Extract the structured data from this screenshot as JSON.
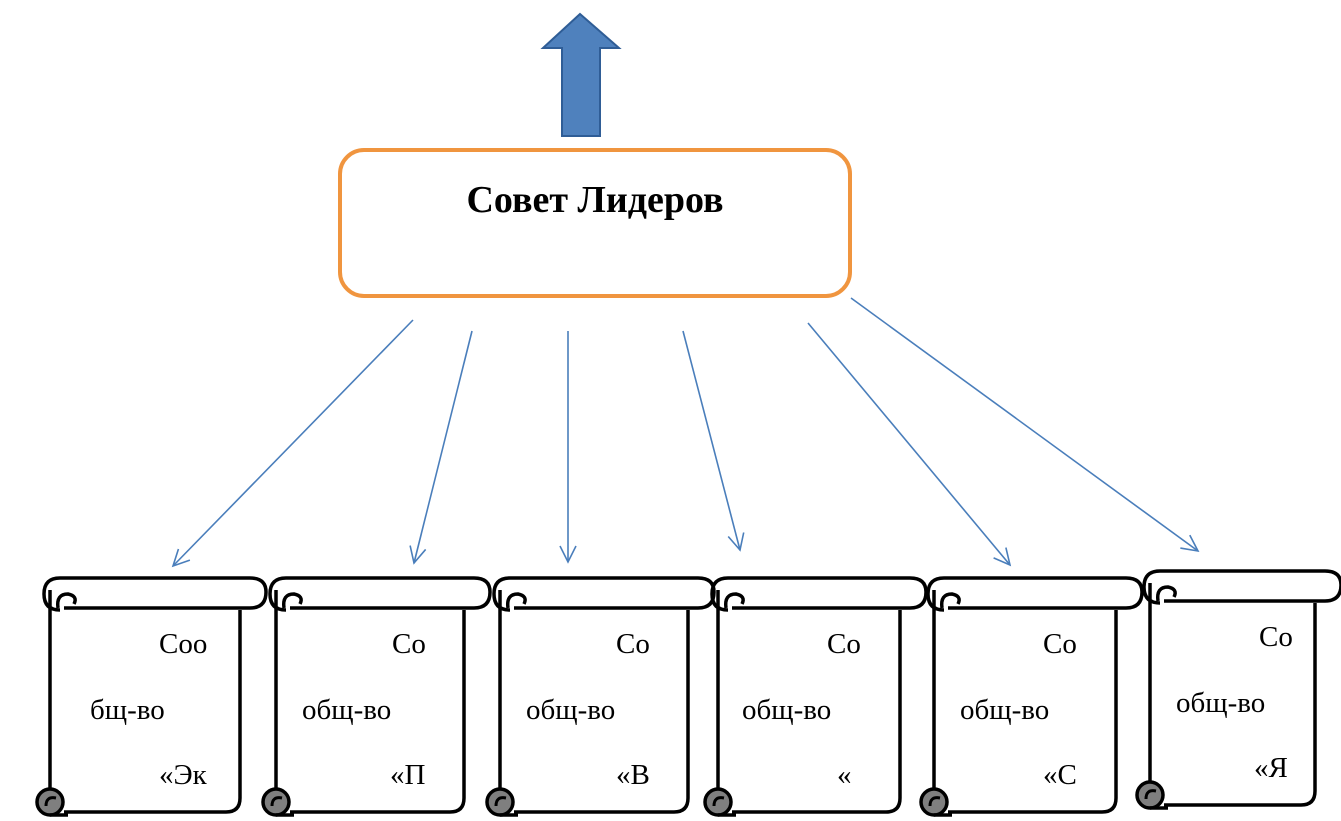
{
  "diagram": {
    "center_node": {
      "label": "Совет Лидеров"
    },
    "scrolls": [
      {
        "line1": "Соо",
        "line2": "бщ-во",
        "line3": "«Эк"
      },
      {
        "line1": "Со",
        "line2": "общ-во",
        "line3": "«П"
      },
      {
        "line1": "Со",
        "line2": "общ-во",
        "line3": "«В"
      },
      {
        "line1": "Со",
        "line2": "общ-во",
        "line3": "«"
      },
      {
        "line1": "Со",
        "line2": "общ-во",
        "line3": "«С"
      },
      {
        "line1": "Со",
        "line2": "общ-во",
        "line3": "«Я"
      }
    ]
  },
  "colors": {
    "node_border": "#f0953f",
    "up_arrow_fill": "#4f81bd",
    "up_arrow_stroke": "#2f5d96",
    "connector": "#4a7ebb",
    "scroll_shadow": "#7f7f7f"
  }
}
